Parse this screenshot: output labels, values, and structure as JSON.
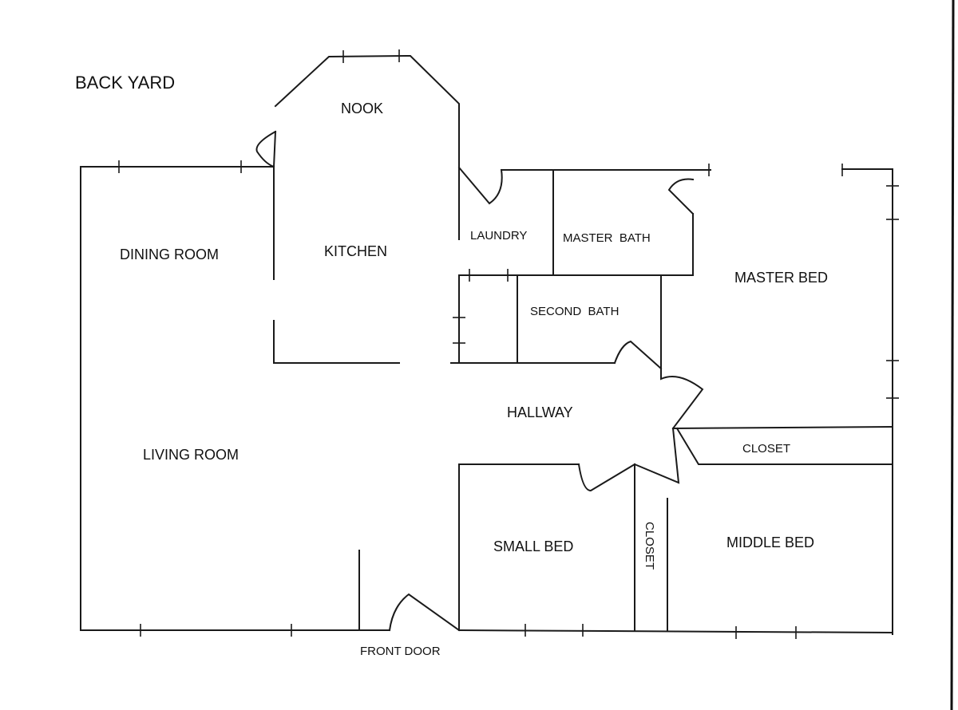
{
  "labels": {
    "back_yard": "BACK YARD",
    "nook": "NOOK",
    "dining_room": "DINING ROOM",
    "kitchen": "KITCHEN",
    "laundry": "LAUNDRY",
    "master_bath": "MASTER  BATH",
    "master_bed": "MASTER BED",
    "second_bath": "SECOND  BATH",
    "hallway": "HALLWAY",
    "closet_master": "CLOSET",
    "living_room": "LIVING ROOM",
    "small_bed": "SMALL BED",
    "closet_vertical": "CLOSET",
    "middle_bed": "MIDDLE BED",
    "front_door": "FRONT DOOR"
  }
}
